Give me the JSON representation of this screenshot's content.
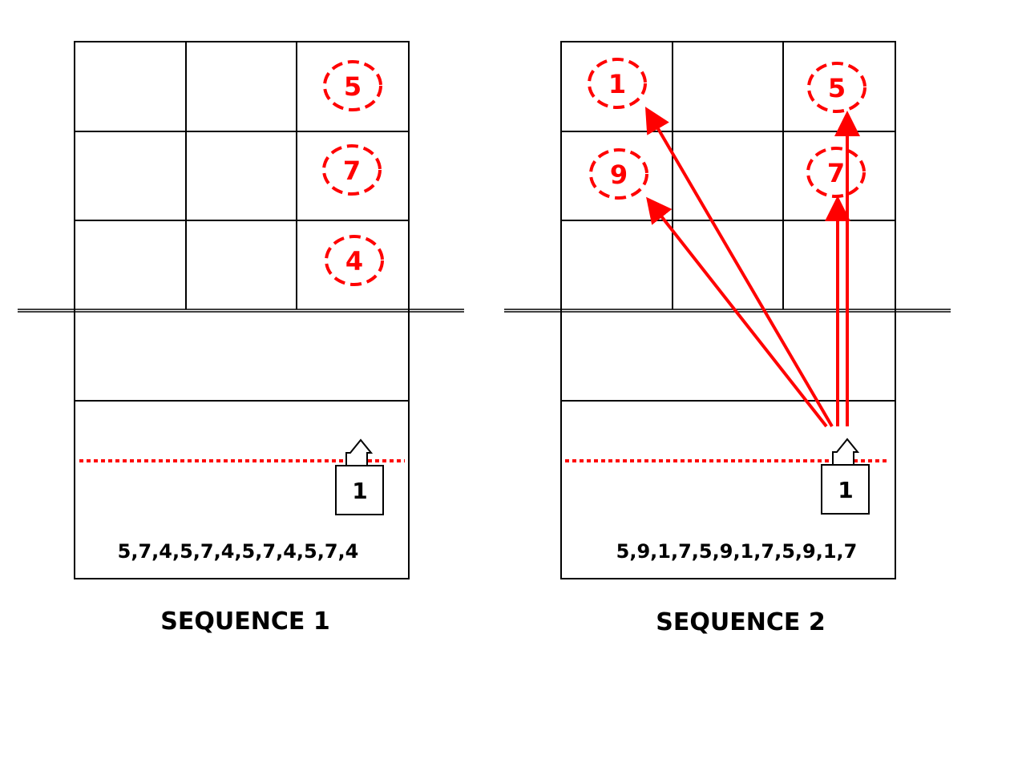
{
  "colors": {
    "accent": "#ff0000",
    "line": "#000000",
    "background": "#ffffff"
  },
  "diagrams": [
    {
      "zones": {
        "top_right": "5",
        "mid_right": "7",
        "bottom_right": "4"
      },
      "player": "1",
      "sequence": "5,7,4,5,7,4,5,7,4,5,7,4",
      "caption": "SEQUENCE 1"
    },
    {
      "zones": {
        "top_left": "1",
        "top_right": "5",
        "mid_left": "9",
        "mid_right": "7"
      },
      "player": "1",
      "sequence": "5,9,1,7,5,9,1,7,5,9,1,7",
      "caption": "SEQUENCE 2"
    }
  ]
}
